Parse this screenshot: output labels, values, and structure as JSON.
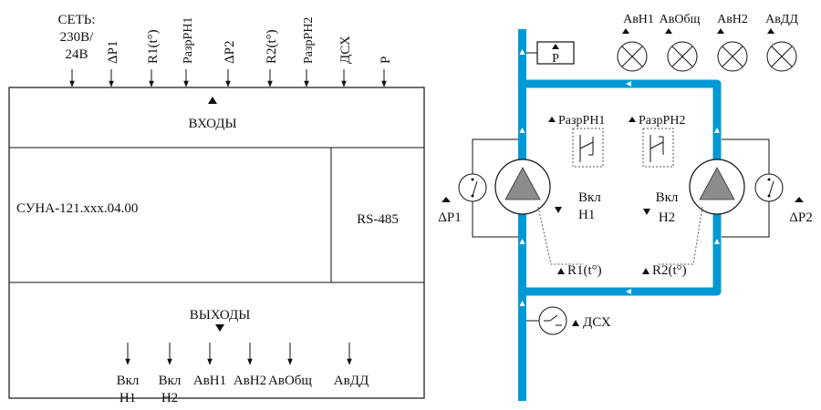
{
  "colors": {
    "pipe": "#0099d6",
    "line": "#111111",
    "pump": "#8c8c8c"
  },
  "controller": {
    "inputs": {
      "power": [
        "СЕТЬ:",
        "230В/",
        "24В"
      ],
      "dp1": "ΔР1",
      "r1": "R1(t°)",
      "perm1": "РазрРН1",
      "dp2": "ΔР2",
      "r2": "R2(t°)",
      "perm2": "РазрРН2",
      "dsx": "ДСХ",
      "p": "Р"
    },
    "inputs_title": "ВХОДЫ",
    "model": "СУНА-121.xxx.04.00",
    "interface": "RS-485",
    "outputs_title": "ВЫХОДЫ",
    "outputs": {
      "on1": [
        "Вкл",
        "Н1"
      ],
      "on2": [
        "Вкл",
        "Н2"
      ],
      "av1": "АвН1",
      "av2": "АвН2",
      "avall": "АвОбщ",
      "avdd": "АвДД"
    }
  },
  "scheme": {
    "lamps": [
      "АвН1",
      "АвОбщ",
      "АвН2",
      "АвДД"
    ],
    "p_sensor": "Р",
    "perm1": "РазрРН1",
    "perm2": "РазрРН2",
    "dp1": "ΔР1",
    "dp2": "ΔР2",
    "on1": [
      "Вкл",
      "Н1"
    ],
    "on2": [
      "Вкл",
      "Н2"
    ],
    "r1": "R1(t°)",
    "r2": "R2(t°)",
    "dsx": "ДСХ"
  }
}
